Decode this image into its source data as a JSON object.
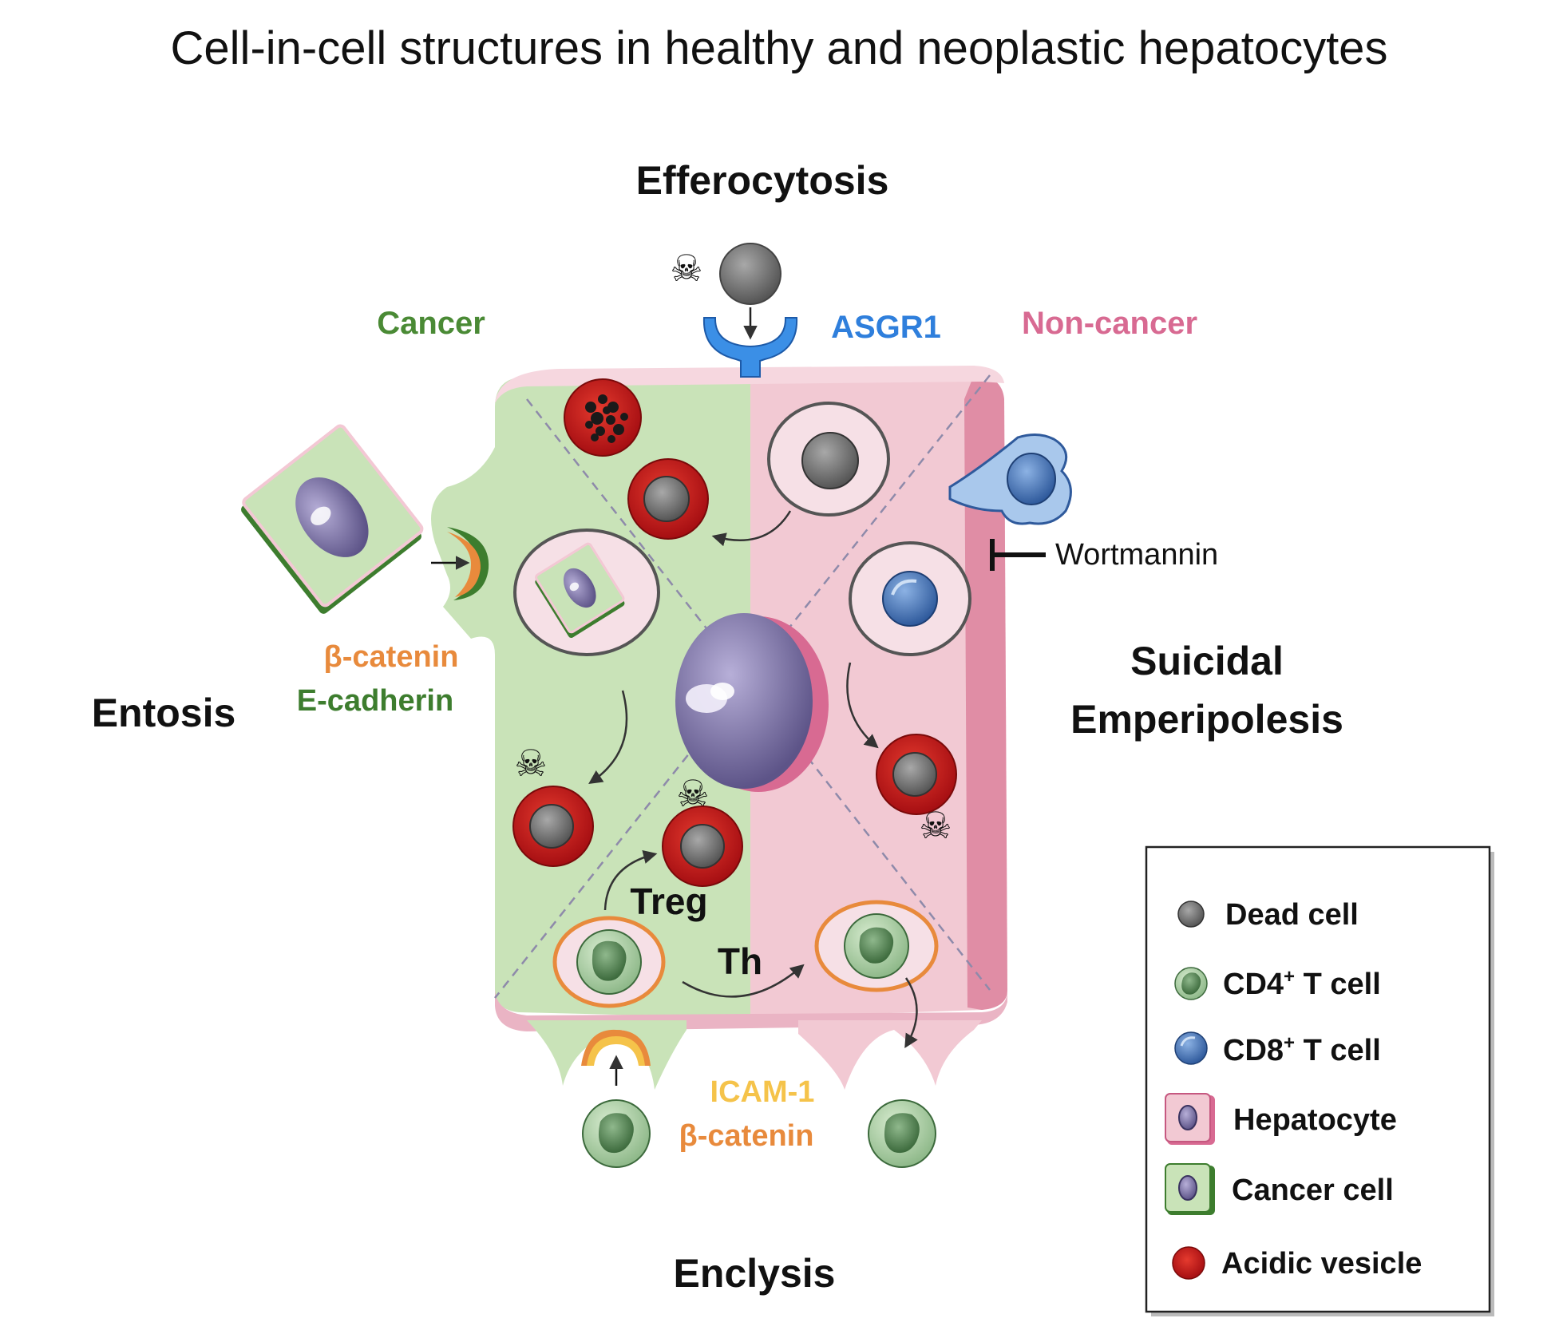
{
  "title": "Cell-in-cell structures in healthy and neoplastic hepatocytes",
  "processes": {
    "efferocytosis": "Efferocytosis",
    "entosis": "Entosis",
    "suicidal_line1": "Suicidal",
    "suicidal_line2": "Emperipolesis",
    "enclysis": "Enclysis"
  },
  "regions": {
    "cancer": "Cancer",
    "non_cancer": "Non-cancer"
  },
  "molecules": {
    "asgr1": "ASGR1",
    "wortmannin": "Wortmannin",
    "beta_catenin_entosis": "β-catenin",
    "e_cadherin": "E-cadherin",
    "icam1": "ICAM-1",
    "beta_catenin_enclysis": "β-catenin"
  },
  "cell_labels": {
    "treg": "Treg",
    "th": "Th"
  },
  "legend": {
    "items": [
      {
        "label": "Dead cell",
        "icon": "dead-cell-icon"
      },
      {
        "label_main": "CD4",
        "label_sup": "+",
        "label_rest": " T cell",
        "icon": "cd4-t-cell-icon"
      },
      {
        "label_main": "CD8",
        "label_sup": "+",
        "label_rest": " T cell",
        "icon": "cd8-t-cell-icon"
      },
      {
        "label": "Hepatocyte",
        "icon": "hepatocyte-icon"
      },
      {
        "label": "Cancer cell",
        "icon": "cancer-cell-icon"
      },
      {
        "label": "Acidic vesicle",
        "icon": "acidic-vesicle-icon"
      }
    ]
  },
  "colors": {
    "cancer_green": "#3d7d2e",
    "cancer_fill": "#c9e3b8",
    "noncancer_pink": "#d86a92",
    "noncancer_fill": "#f2c9d3",
    "asgr1_blue": "#2f7fdc",
    "beta_catenin_orange": "#e88a3c",
    "icam1_yellow": "#f5c34a",
    "vesicle_red": "#c8161c",
    "dead_gray": "#707070"
  }
}
